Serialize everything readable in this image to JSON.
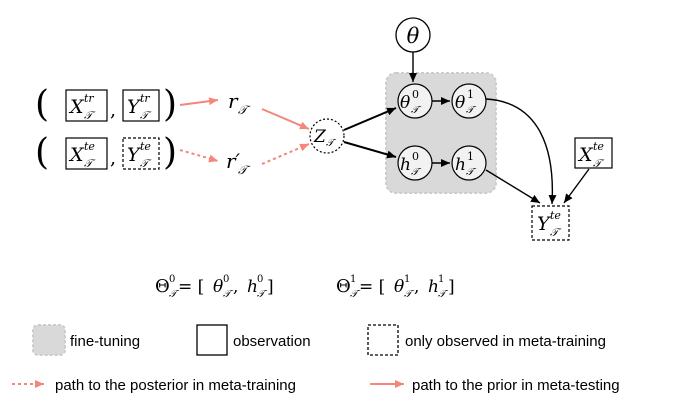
{
  "variables": {
    "theta": "θ",
    "X": "X",
    "Y": "Y",
    "r": "r",
    "r_prime": "r′",
    "Z": "Z",
    "h": "h",
    "T": "𝒯",
    "sup_tr": "tr",
    "sup_te": "te",
    "sup_0": "0",
    "sup_1": "1",
    "comma": ",",
    "paren_open": "(",
    "paren_close": ")"
  },
  "equations": {
    "theta0_lhs": "Θ",
    "theta0_rhs_open": " = [",
    "theta0_sep": ", ",
    "theta0_close": "]",
    "theta1_lhs": "Θ"
  },
  "legend": {
    "fine_tuning": "fine-tuning",
    "observation": "observation",
    "only_observed": "only observed in meta-training",
    "posterior_path": "path to the posterior in meta-training",
    "prior_path": "path to the prior in meta-testing"
  },
  "colors": {
    "salmon": "#f4867a",
    "finetune_fill": "#d9d9d9",
    "ink": "#000000"
  }
}
